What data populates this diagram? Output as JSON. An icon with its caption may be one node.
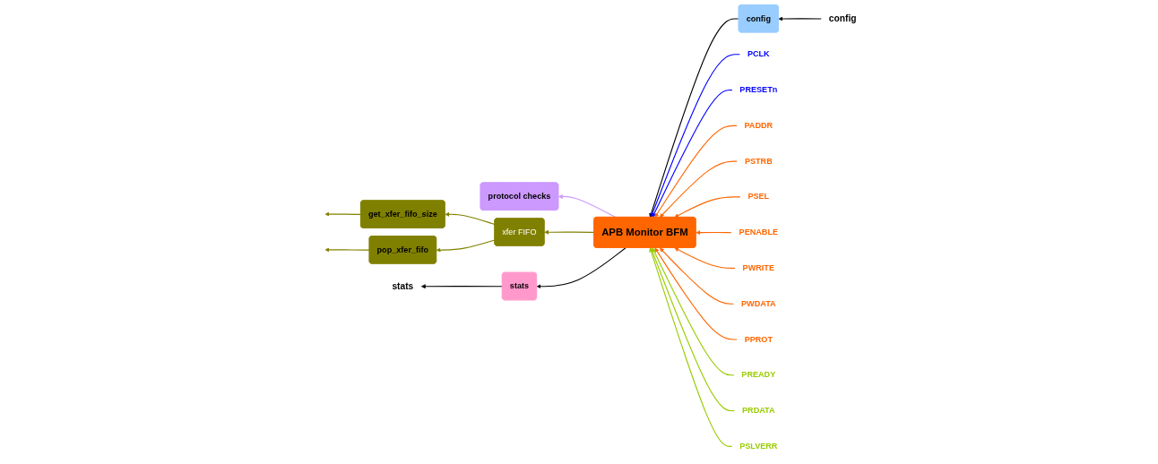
{
  "diagram": {
    "nodes": [
      {
        "text": [
          "config"
        ]
      },
      {
        "text": [
          "config"
        ]
      },
      {
        "text": [
          "APB Monitor BFM"
        ]
      },
      {
        "text": [
          "protocol checks"
        ]
      },
      {
        "text": [
          "get_xfer_fifo_size"
        ]
      },
      {
        "text": [
          "pop_xfer_fifo"
        ]
      },
      {
        "text": [
          "xfer FIFO"
        ]
      },
      {
        "text": [
          "stats"
        ]
      },
      {
        "text": [
          "stats"
        ]
      },
      {
        "text": [
          "PCLK"
        ]
      },
      {
        "text": [
          "PRESETn"
        ]
      },
      {
        "text": [
          "PADDR"
        ]
      },
      {
        "text": [
          "PSTRB"
        ]
      },
      {
        "text": [
          "PSEL"
        ]
      },
      {
        "text": [
          "PENABLE"
        ]
      },
      {
        "text": [
          "PWRITE"
        ]
      },
      {
        "text": [
          "PWDATA"
        ]
      },
      {
        "text": [
          "PPROT"
        ]
      },
      {
        "text": [
          "PREADY"
        ]
      },
      {
        "text": [
          "PRDATA"
        ]
      },
      {
        "text": [
          "PSLVERR"
        ]
      }
    ],
    "edges": [
      {
        "from": 0,
        "to": 1,
        "arrow": "to",
        "color": "#000000"
      },
      {
        "from": 1,
        "to": 2,
        "arrow": "to",
        "color": "#000000"
      },
      {
        "from": 2,
        "to": 3,
        "arrow": "to",
        "color": "#cc99ff"
      },
      {
        "from": 2,
        "to": 6,
        "arrow": "to",
        "color": "#808000"
      },
      {
        "from": 6,
        "to": 4,
        "arrow": "to",
        "color": "#808000"
      },
      {
        "from": 6,
        "to": 5,
        "arrow": "to",
        "color": "#808000"
      },
      {
        "from": 4,
        "to": null,
        "arrow": "to",
        "color": "#808000"
      },
      {
        "from": 5,
        "to": null,
        "arrow": "to",
        "color": "#808000"
      },
      {
        "from": 2,
        "to": 8,
        "arrow": "to",
        "color": "#000000"
      },
      {
        "from": 8,
        "to": 7,
        "arrow": "to",
        "color": "#000000"
      },
      {
        "from": 9,
        "to": 2,
        "arrow": "to",
        "color": "#0000ff"
      },
      {
        "from": 10,
        "to": 2,
        "arrow": "to",
        "color": "#0000ff"
      },
      {
        "from": 11,
        "to": 2,
        "arrow": "to",
        "color": "#ff6600"
      },
      {
        "from": 12,
        "to": 2,
        "arrow": "to",
        "color": "#ff6600"
      },
      {
        "from": 13,
        "to": 2,
        "arrow": "to",
        "color": "#ff6600"
      },
      {
        "from": 14,
        "to": 2,
        "arrow": "to",
        "color": "#ff6600"
      },
      {
        "from": 15,
        "to": 2,
        "arrow": "to",
        "color": "#ff6600"
      },
      {
        "from": 16,
        "to": 2,
        "arrow": "to",
        "color": "#ff6600"
      },
      {
        "from": 17,
        "to": 2,
        "arrow": "to",
        "color": "#ff6600"
      },
      {
        "from": 18,
        "to": 2,
        "arrow": "to",
        "color": "#99cc00"
      },
      {
        "from": 19,
        "to": 2,
        "arrow": "to",
        "color": "#99cc00"
      },
      {
        "from": 20,
        "to": 2,
        "arrow": "to",
        "color": "#99cc00"
      }
    ]
  }
}
